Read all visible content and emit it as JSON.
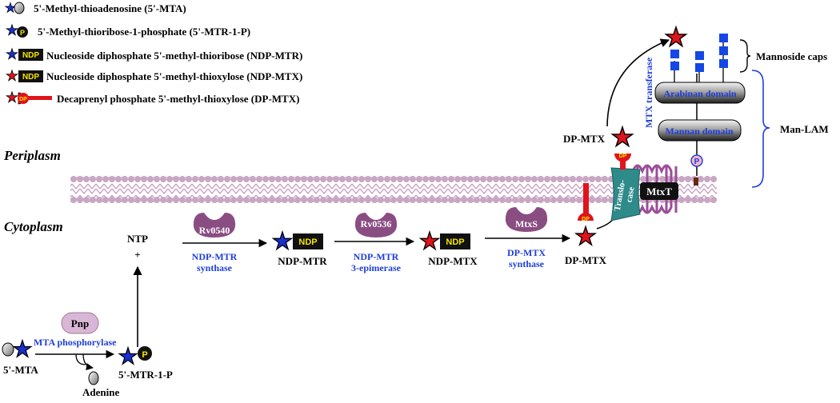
{
  "legend": [
    {
      "label": "5'-Methyl-thioadenosine (5'-MTA)"
    },
    {
      "label": "5'-Methyl-thioribose-1-phosphate (5'-MTR-1-P)"
    },
    {
      "label": "Nucleoside diphosphate 5'-methyl-thioribose (NDP-MTR)"
    },
    {
      "label": "Nucleoside diphosphate 5'-methyl-thioxylose (NDP-MTX)"
    },
    {
      "label": "Decaprenyl phosphate 5'-methyl-thioxylose (DP-MTX)"
    }
  ],
  "compartments": {
    "periplasm": "Periplasm",
    "cytoplasm": "Cytoplasm"
  },
  "badges": {
    "ndp": "NDP",
    "dp": "DP",
    "p": "P"
  },
  "molecules": {
    "mta": "5'-MTA",
    "adenine": "Adenine",
    "mtr1p": "5'-MTR-1-P",
    "ntp": "NTP",
    "plus": "+",
    "ndp_mtr": "NDP-MTR",
    "ndp_mtx": "NDP-MTX",
    "dp_mtx_cyto": "DP-MTX",
    "dp_mtx_peri": "DP-MTX"
  },
  "enzymes": {
    "pnp": "Pnp",
    "rv0540": "Rv0540",
    "rv0536": "Rv0536",
    "mtxs": "MtxS",
    "mtxt": "MtxT",
    "translocase_1": "Translo-",
    "translocase_2": "case"
  },
  "reactions": {
    "mta_phosphorylase": "MTA phosphorylase",
    "ndp_mtr_synthase_1": "NDP-MTR",
    "ndp_mtr_synthase_2": "synthase",
    "epimerase_1": "NDP-MTR",
    "epimerase_2": "3-epimerase",
    "dp_mtx_synthase_1": "DP-MTX",
    "dp_mtx_synthase_2": "synthase",
    "mtx_transferase": "MTX transferase"
  },
  "lam": {
    "arabinan": "Arabinan domain",
    "mannan": "Mannan domain",
    "mannoside_caps": "Mannoside caps",
    "man_lam": "Man-LAM"
  },
  "colors": {
    "blue_star": "#1a2fcf",
    "red_star": "#e0141b",
    "membrane": "#c9a6c4",
    "enzyme": "#8a4d82",
    "translocase": "#2f8a8a",
    "mtxt": "#9a4e99",
    "label_blue": "#1f3fd6"
  }
}
